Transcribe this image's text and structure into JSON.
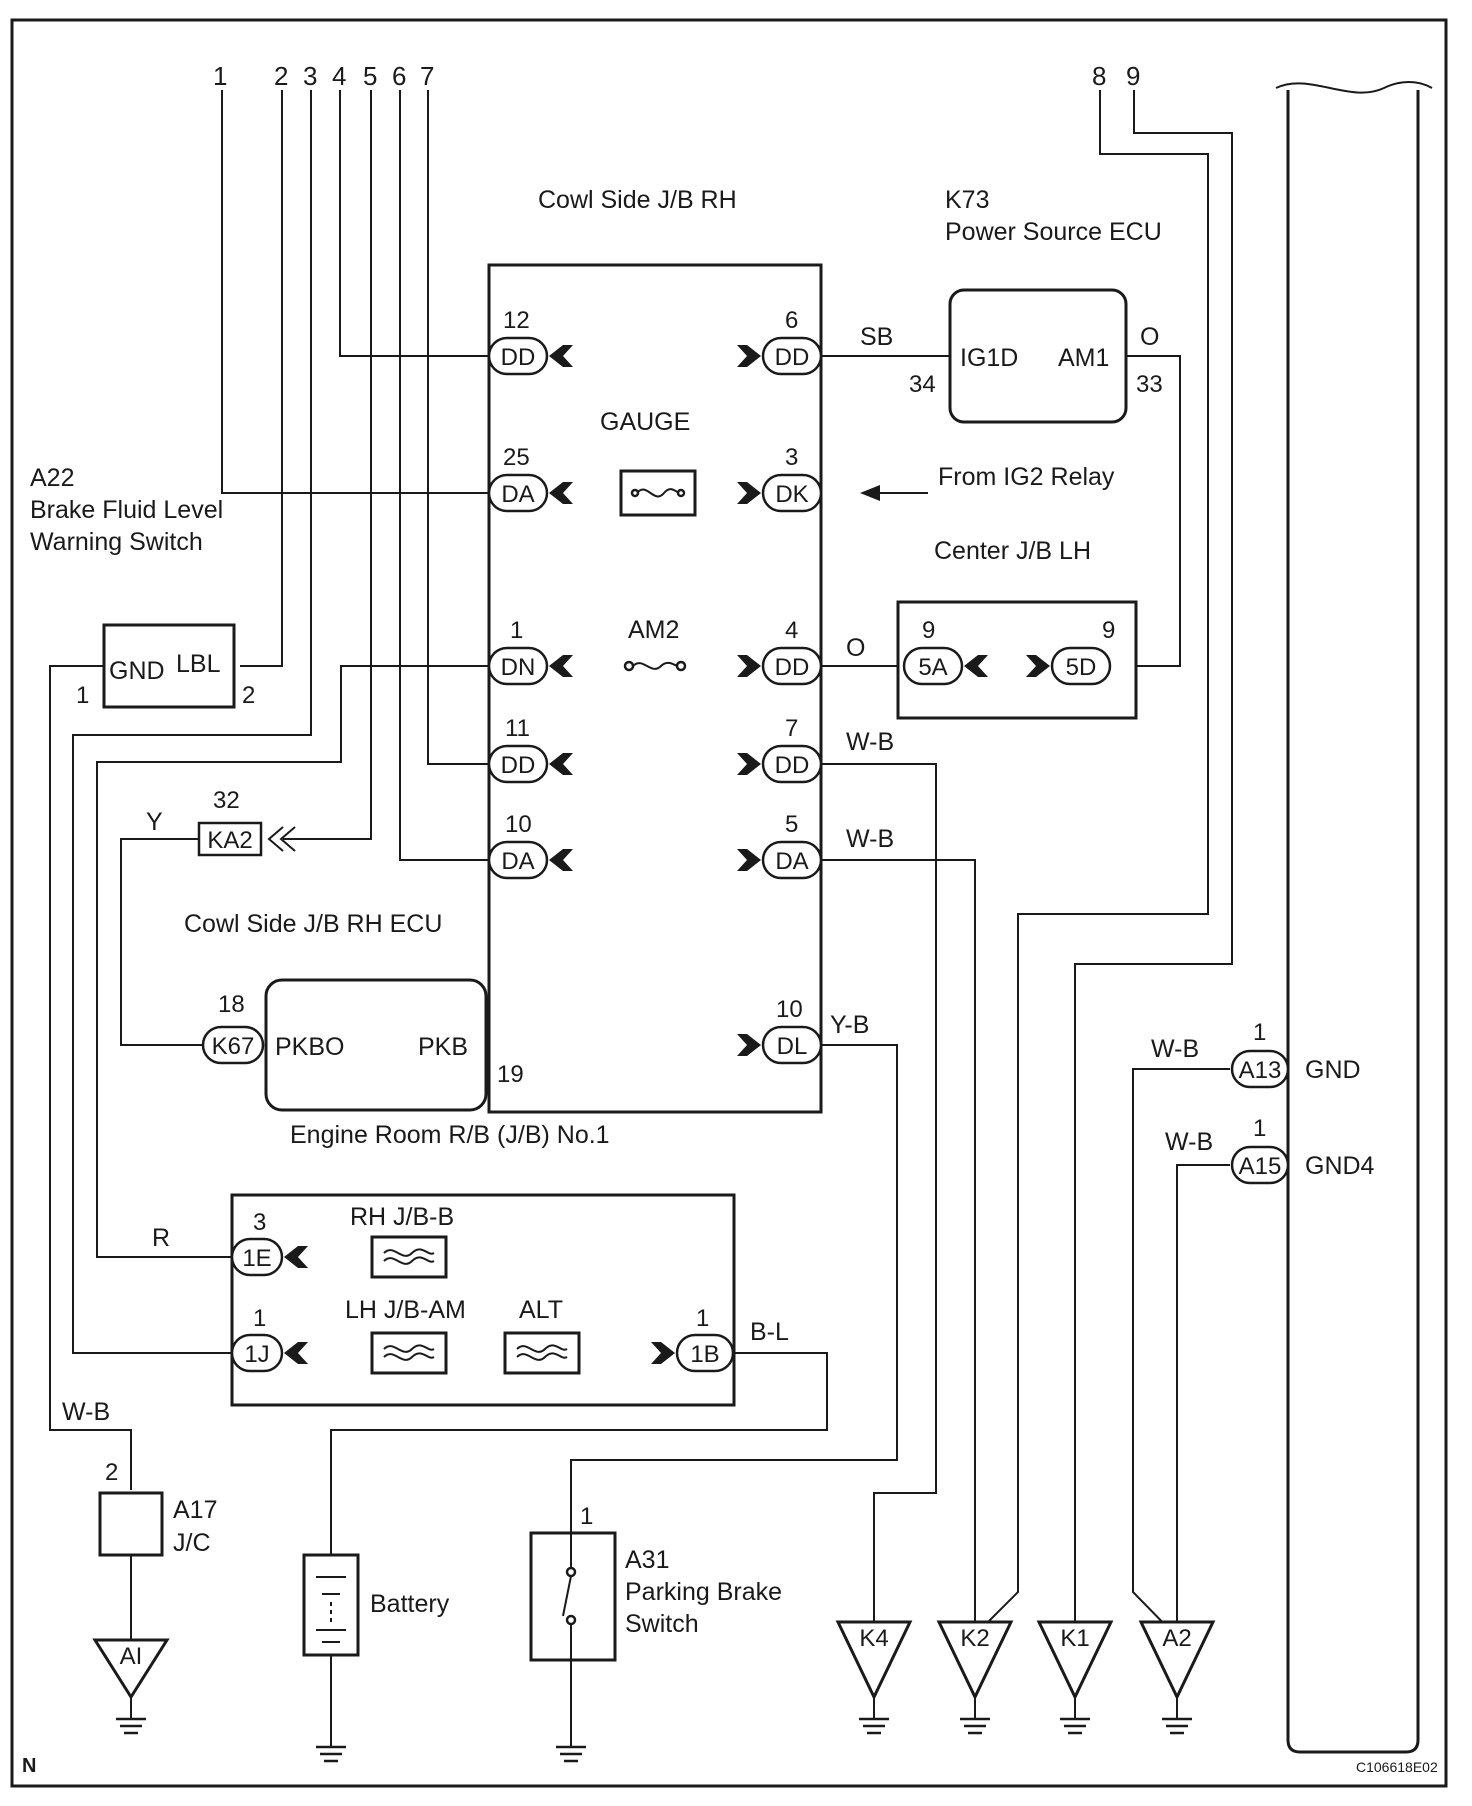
{
  "top_pins": [
    "1",
    "2",
    "3",
    "4",
    "5",
    "6",
    "7",
    "8",
    "9"
  ],
  "components": {
    "cowl_jb": "Cowl Side J/B RH",
    "k73_code": "K73",
    "k73_name": "Power Source ECU",
    "k73_ig1d": "IG1D",
    "k73_am1": "AM1",
    "gauge": "GAUGE",
    "ig2": "From IG2 Relay",
    "center_jb": "Center J/B LH",
    "am2": "AM2",
    "a22_code": "A22",
    "a22_line1": "Brake Fluid Level",
    "a22_line2": "Warning Switch",
    "a22_gnd": "GND",
    "a22_lbl": "LBL",
    "ecu": "Cowl Side J/B RH ECU",
    "pkbo": "PKBO",
    "pkb": "PKB",
    "engine_rb": "Engine Room R/B (J/B) No.1",
    "rhjbb": "RH J/B-B",
    "lhjbam": "LH J/B-AM",
    "alt": "ALT",
    "a17_code": "A17",
    "a17_name": "J/C",
    "battery": "Battery",
    "a31_code": "A31",
    "a31_line1": "Parking Brake",
    "a31_line2": "Switch",
    "a13_name": "GND",
    "a15_name": "GND4"
  },
  "connectors": {
    "dd12": "DD",
    "dd6": "DD",
    "da25": "DA",
    "dk3": "DK",
    "dn1": "DN",
    "dd4": "DD",
    "dd11": "DD",
    "dd7": "DD",
    "da10": "DA",
    "da5": "DA",
    "dl10": "DL",
    "c5a": "5A",
    "c5d": "5D",
    "ka2": "KA2",
    "k67": "K67",
    "e1e": "1E",
    "e1j": "1J",
    "e1b": "1B",
    "a13": "A13",
    "a15": "A15"
  },
  "pin_numbers": {
    "dd12": "12",
    "dd6": "6",
    "ig1d": "34",
    "am1": "33",
    "da25": "25",
    "dk3": "3",
    "dn1": "1",
    "dd4": "4",
    "c5a": "9",
    "c5d": "9",
    "dd11": "11",
    "dd7": "7",
    "da10": "10",
    "da5": "5",
    "ka2": "32",
    "k67": "18",
    "pkb": "19",
    "dl10": "10",
    "a22_gnd": "1",
    "a22_lbl": "2",
    "e1e": "3",
    "e1j": "1",
    "e1b": "1",
    "a13": "1",
    "a15": "1",
    "a17": "2",
    "a31": "1"
  },
  "wire_colors": {
    "sb": "SB",
    "o_am1": "O",
    "o_dd4": "O",
    "wb_dd7": "W-B",
    "wb_da5": "W-B",
    "yb": "Y-B",
    "y": "Y",
    "r": "R",
    "bl": "B-L",
    "wb_a17": "W-B",
    "wb_a13": "W-B",
    "wb_a15": "W-B"
  },
  "grounds": {
    "ai": "AI",
    "k4": "K4",
    "k2": "K2",
    "k1": "K1",
    "a2": "A2"
  },
  "footer": {
    "corner": "N",
    "code": "C106618E02"
  }
}
